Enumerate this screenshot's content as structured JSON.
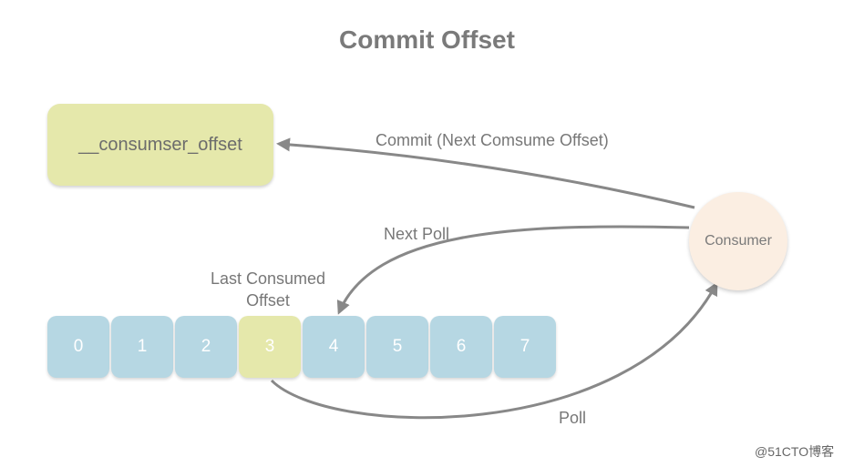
{
  "title": "Commit Offset",
  "offset_store": {
    "label": "__consumser_offset",
    "color": "#e5e8ab"
  },
  "consumer": {
    "label": "Consumer",
    "color": "#fbeee2"
  },
  "partition": {
    "cells": [
      {
        "label": "0",
        "color": "#b6d7e3"
      },
      {
        "label": "1",
        "color": "#b6d7e3"
      },
      {
        "label": "2",
        "color": "#b6d7e3"
      },
      {
        "label": "3",
        "color": "#e5e8ab"
      },
      {
        "label": "4",
        "color": "#b6d7e3"
      },
      {
        "label": "5",
        "color": "#b6d7e3"
      },
      {
        "label": "6",
        "color": "#b6d7e3"
      },
      {
        "label": "7",
        "color": "#b6d7e3"
      }
    ]
  },
  "arrows": {
    "commit_label": "Commit (Next Comsume Offset)",
    "next_poll_label": "Next Poll",
    "last_consumed_label": "Last Consumed Offset",
    "poll_label": "Poll",
    "color": "#888888"
  },
  "watermark": "@51CTO博客"
}
